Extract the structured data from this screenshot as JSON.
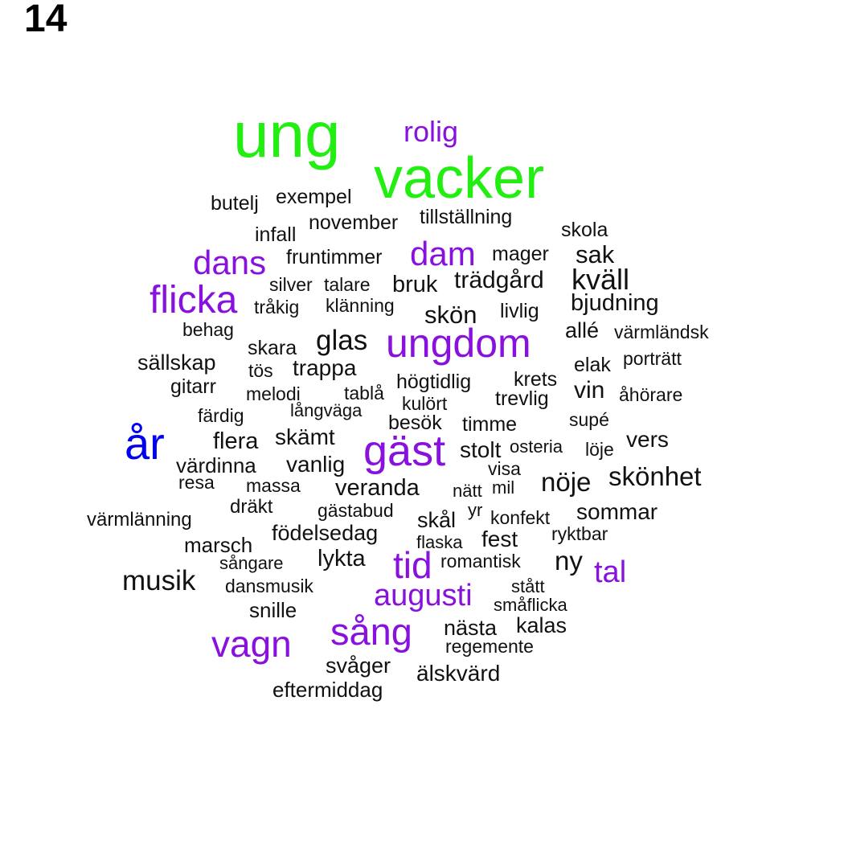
{
  "panel_label": "14",
  "colors": {
    "green": "#22ee11",
    "purple": "#8811dd",
    "blue": "#0000ee",
    "black": "#111111"
  },
  "words": [
    {
      "text": "ung",
      "color": "green"
    },
    {
      "text": "vacker",
      "color": "green"
    },
    {
      "text": "rolig",
      "color": "purple"
    },
    {
      "text": "butelj",
      "color": "black"
    },
    {
      "text": "exempel",
      "color": "black"
    },
    {
      "text": "november",
      "color": "black"
    },
    {
      "text": "tillställning",
      "color": "black"
    },
    {
      "text": "infall",
      "color": "black"
    },
    {
      "text": "skola",
      "color": "black"
    },
    {
      "text": "dans",
      "color": "purple"
    },
    {
      "text": "fruntimmer",
      "color": "black"
    },
    {
      "text": "dam",
      "color": "purple"
    },
    {
      "text": "mager",
      "color": "black"
    },
    {
      "text": "sak",
      "color": "black"
    },
    {
      "text": "silver",
      "color": "black"
    },
    {
      "text": "talare",
      "color": "black"
    },
    {
      "text": "bruk",
      "color": "black"
    },
    {
      "text": "trädgård",
      "color": "black"
    },
    {
      "text": "kväll",
      "color": "black"
    },
    {
      "text": "flicka",
      "color": "purple"
    },
    {
      "text": "tråkig",
      "color": "black"
    },
    {
      "text": "klänning",
      "color": "black"
    },
    {
      "text": "skön",
      "color": "black"
    },
    {
      "text": "livlig",
      "color": "black"
    },
    {
      "text": "bjudning",
      "color": "black"
    },
    {
      "text": "behag",
      "color": "black"
    },
    {
      "text": "glas",
      "color": "black"
    },
    {
      "text": "ungdom",
      "color": "purple"
    },
    {
      "text": "allé",
      "color": "black"
    },
    {
      "text": "värmländsk",
      "color": "black"
    },
    {
      "text": "skara",
      "color": "black"
    },
    {
      "text": "sällskap",
      "color": "black"
    },
    {
      "text": "tös",
      "color": "black"
    },
    {
      "text": "trappa",
      "color": "black"
    },
    {
      "text": "elak",
      "color": "black"
    },
    {
      "text": "porträtt",
      "color": "black"
    },
    {
      "text": "högtidlig",
      "color": "black"
    },
    {
      "text": "krets",
      "color": "black"
    },
    {
      "text": "gitarr",
      "color": "black"
    },
    {
      "text": "melodi",
      "color": "black"
    },
    {
      "text": "tablå",
      "color": "black"
    },
    {
      "text": "kulört",
      "color": "black"
    },
    {
      "text": "trevlig",
      "color": "black"
    },
    {
      "text": "vin",
      "color": "black"
    },
    {
      "text": "åhörare",
      "color": "black"
    },
    {
      "text": "färdig",
      "color": "black"
    },
    {
      "text": "långväga",
      "color": "black"
    },
    {
      "text": "besök",
      "color": "black"
    },
    {
      "text": "timme",
      "color": "black"
    },
    {
      "text": "supé",
      "color": "black"
    },
    {
      "text": "år",
      "color": "blue"
    },
    {
      "text": "flera",
      "color": "black"
    },
    {
      "text": "skämt",
      "color": "black"
    },
    {
      "text": "gäst",
      "color": "purple"
    },
    {
      "text": "stolt",
      "color": "black"
    },
    {
      "text": "osteria",
      "color": "black"
    },
    {
      "text": "löje",
      "color": "black"
    },
    {
      "text": "vers",
      "color": "black"
    },
    {
      "text": "värdinna",
      "color": "black"
    },
    {
      "text": "vanlig",
      "color": "black"
    },
    {
      "text": "visa",
      "color": "black"
    },
    {
      "text": "skönhet",
      "color": "black"
    },
    {
      "text": "resa",
      "color": "black"
    },
    {
      "text": "massa",
      "color": "black"
    },
    {
      "text": "veranda",
      "color": "black"
    },
    {
      "text": "nätt",
      "color": "black"
    },
    {
      "text": "mil",
      "color": "black"
    },
    {
      "text": "nöje",
      "color": "black"
    },
    {
      "text": "dräkt",
      "color": "black"
    },
    {
      "text": "gästabud",
      "color": "black"
    },
    {
      "text": "yr",
      "color": "black"
    },
    {
      "text": "skål",
      "color": "black"
    },
    {
      "text": "konfekt",
      "color": "black"
    },
    {
      "text": "sommar",
      "color": "black"
    },
    {
      "text": "värmlänning",
      "color": "black"
    },
    {
      "text": "födelsedag",
      "color": "black"
    },
    {
      "text": "flaska",
      "color": "black"
    },
    {
      "text": "fest",
      "color": "black"
    },
    {
      "text": "ryktbar",
      "color": "black"
    },
    {
      "text": "marsch",
      "color": "black"
    },
    {
      "text": "sångare",
      "color": "black"
    },
    {
      "text": "lykta",
      "color": "black"
    },
    {
      "text": "tid",
      "color": "purple"
    },
    {
      "text": "romantisk",
      "color": "black"
    },
    {
      "text": "ny",
      "color": "black"
    },
    {
      "text": "tal",
      "color": "purple"
    },
    {
      "text": "musik",
      "color": "black"
    },
    {
      "text": "dansmusik",
      "color": "black"
    },
    {
      "text": "stått",
      "color": "black"
    },
    {
      "text": "augusti",
      "color": "purple"
    },
    {
      "text": "småflicka",
      "color": "black"
    },
    {
      "text": "snille",
      "color": "black"
    },
    {
      "text": "sång",
      "color": "purple"
    },
    {
      "text": "nästa",
      "color": "black"
    },
    {
      "text": "kalas",
      "color": "black"
    },
    {
      "text": "vagn",
      "color": "purple"
    },
    {
      "text": "regemente",
      "color": "black"
    },
    {
      "text": "svåger",
      "color": "black"
    },
    {
      "text": "älskvärd",
      "color": "black"
    },
    {
      "text": "eftermiddag",
      "color": "black"
    }
  ]
}
